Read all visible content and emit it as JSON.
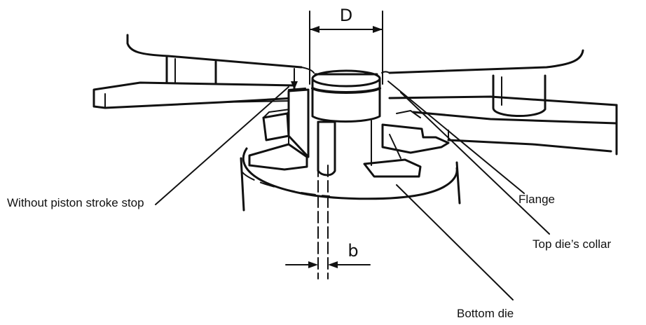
{
  "labels": {
    "dimension_d": "D",
    "dimension_b": "b",
    "without_piston_stroke_stop": "Without piston stroke stop",
    "flange": "Flange",
    "top_die_collar": "Top die’s collar",
    "bottom_die": "Bottom die"
  },
  "colors": {
    "ink": "#111111",
    "background": "#ffffff"
  }
}
